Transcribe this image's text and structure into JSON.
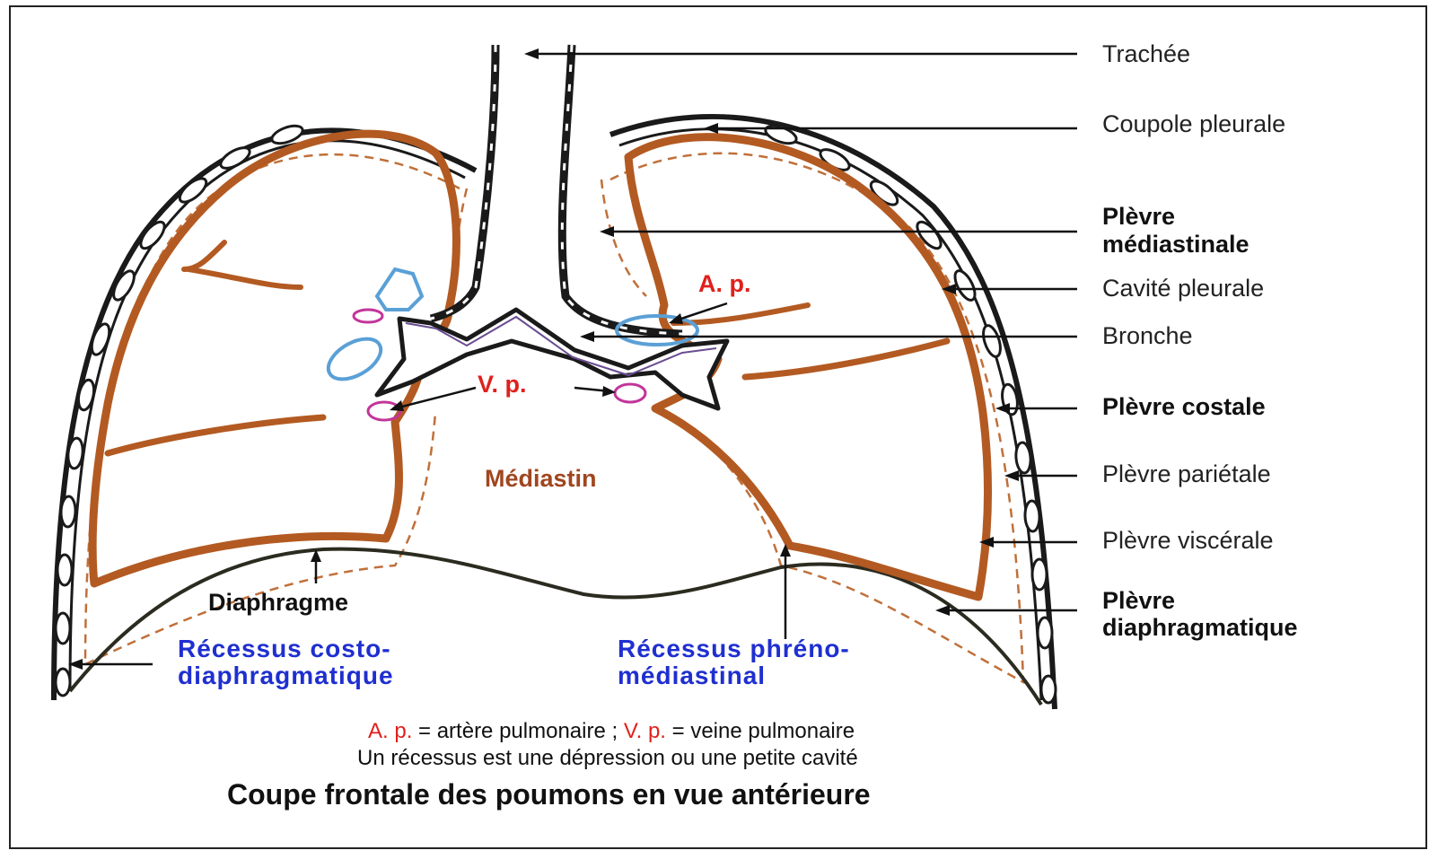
{
  "labels": {
    "trachee": "Trachée",
    "coupole": "Coupole pleurale",
    "plevre_mediastinale_1": "Plèvre",
    "plevre_mediastinale_2": "médiastinale",
    "cavite": "Cavité pleurale",
    "bronche": "Bronche",
    "plevre_costale": "Plèvre costale",
    "plevre_parietale": "Plèvre pariétale",
    "plevre_viscerale": "Plèvre viscérale",
    "plevre_diaph_1": "Plèvre",
    "plevre_diaph_2": "diaphragmatique",
    "diaphragme": "Diaphragme",
    "recessus_costo_1": "Récessus  costo-",
    "recessus_costo_2": "diaphragmatique",
    "recessus_phreno_1": "Récessus  phréno-",
    "recessus_phreno_2": "médiastinal",
    "ap": "A. p.",
    "vp": "V. p.",
    "mediastin": "Médiastin"
  },
  "legend": {
    "ap_abbr": "A. p.",
    "ap_def": " = artère pulmonaire ; ",
    "vp_abbr": "V. p.",
    "vp_def": " = veine pulmonaire",
    "recessus_def": "Un récessus est une  dépression ou une petite cavité"
  },
  "title": "Coupe frontale des poumons en vue antérieure",
  "colors": {
    "lung": "#b35a22",
    "pleura_dashed": "#c0703a",
    "artery": "#5aa0d6",
    "vein": "#c2359a",
    "label_red": "#e0201c",
    "label_blue": "#1f2fd0",
    "mediastin": "#a0461f"
  }
}
